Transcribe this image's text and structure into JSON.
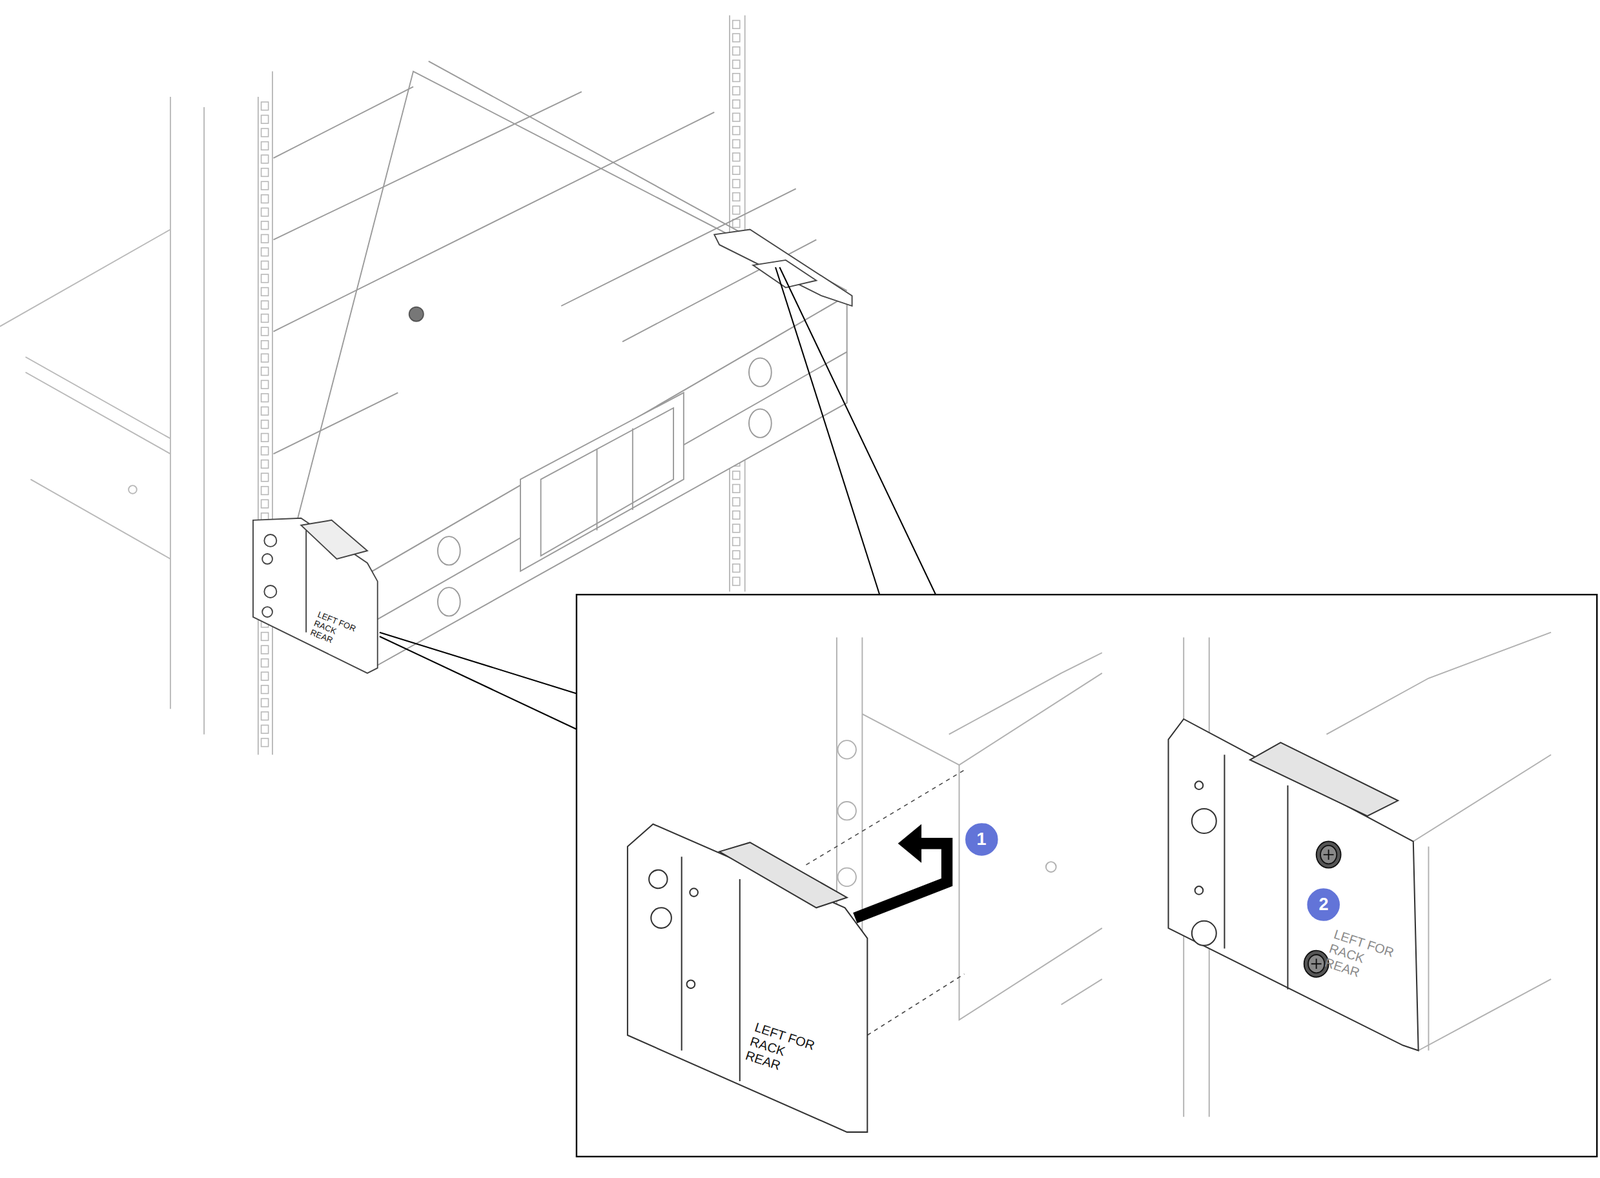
{
  "diagram": {
    "labels": [
      "LEFT FOR RACK REAR",
      "LEFT FOR RACK REAR",
      "LEFT FOR RACK REAR",
      "1",
      "2"
    ]
  }
}
